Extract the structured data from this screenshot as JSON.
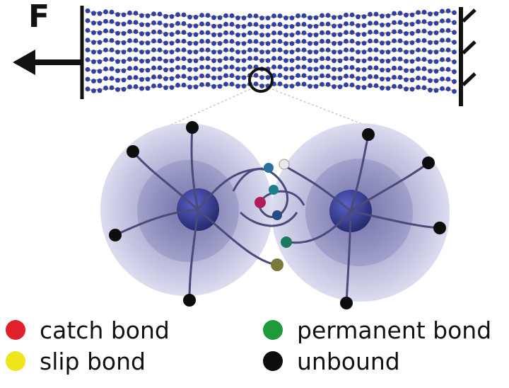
{
  "figure": {
    "force_label": "F",
    "legend": [
      {
        "id": "catch",
        "label": "catch bond",
        "color": "#e0212b"
      },
      {
        "id": "slip",
        "label": "slip bond",
        "color": "#f0e41a"
      },
      {
        "id": "permanent",
        "label": "permanent bond",
        "color": "#1f9a3a"
      },
      {
        "id": "unbound",
        "label": "unbound",
        "color": "#0d0d0d"
      }
    ],
    "colors": {
      "chain_dot": "#2f3fa8",
      "chain_line": "#c7a24a",
      "particle_shell": "#c9c9e6",
      "particle_core": "#3a3f94",
      "polymer_strand": "#4b4a7a"
    }
  }
}
